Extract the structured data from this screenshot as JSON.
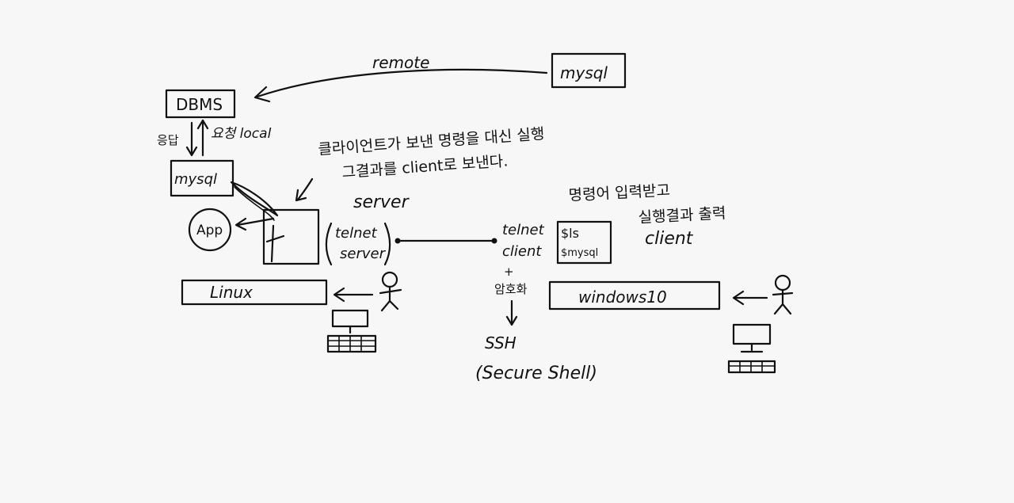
{
  "labels": {
    "remote": "remote",
    "mysql_remote": "mysql",
    "dbms": "DBMS",
    "response": "응답",
    "request_local": "요청 local",
    "mysql_local": "mysql",
    "app": "App",
    "note_server_line1": "클라이언트가 보낸 명령을 대신 실행",
    "note_server_line2": "그결과를 client로 보낸다.",
    "server_heading": "server",
    "telnet_server_line1": "telnet",
    "telnet_server_line2": "server",
    "linux": "Linux",
    "telnet_client_line1": "telnet",
    "telnet_client_line2": "client",
    "cmd_ls": "$ls",
    "cmd_mysql": "$mysql",
    "note_client_line1": "명령어 입력받고",
    "note_client_line2": "실행결과 출력",
    "client_heading": "client",
    "encryption": "암호화",
    "ssh": "SSH",
    "secure_shell": "(Secure Shell)",
    "windows": "windows10"
  },
  "icons": {
    "left_user": "stick-figure-icon",
    "right_user": "stick-figure-icon",
    "left_computer": "computer-icon",
    "right_computer": "computer-icon"
  }
}
